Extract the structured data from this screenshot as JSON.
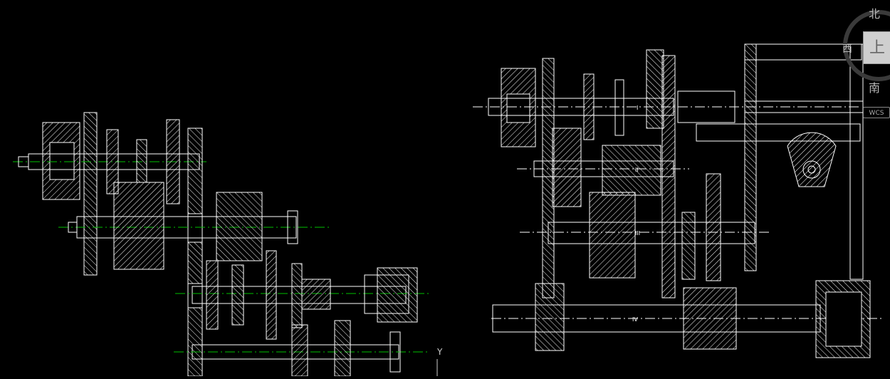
{
  "viewcube": {
    "north": "北",
    "west": "西",
    "south": "南",
    "top_face": "上",
    "wcs_label": "WCS"
  },
  "ucs": {
    "y_label": "Y"
  },
  "colors": {
    "background": "#000000",
    "drawing_lines": "#ffffff",
    "center_lines": "#00c000",
    "hatch": "#ffffff"
  },
  "drawing": {
    "shaft_labels": [
      "I",
      "II",
      "III",
      "IV"
    ]
  }
}
